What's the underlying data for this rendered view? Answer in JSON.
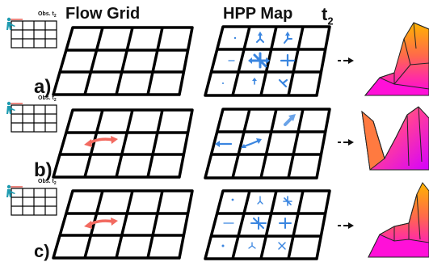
{
  "titles": {
    "flow_grid": "Flow Grid",
    "hpp_map": "HPP Map",
    "time_letter": "t",
    "time_sub": "2"
  },
  "rows": [
    {
      "label": "a)",
      "obs_label": "Obs. t",
      "obs_sub": "2"
    },
    {
      "label": "b)",
      "obs_label": "Obs. t",
      "obs_sub": "2"
    },
    {
      "label": "c)",
      "obs_label": "Obs. t",
      "obs_sub": "2"
    }
  ],
  "colors": {
    "grid_line": "#000000",
    "flow_arrow": "#f26a60",
    "hpp_arrow": "#3b86e0",
    "surface_top": "#ffb400",
    "surface_bottom": "#ff00e6",
    "person_teal": "#1f9bb0",
    "obs_trail": "#e0443a"
  },
  "icons": [
    "pedestrian-icon",
    "right-arrow-icon",
    "double-arrow-icon",
    "surface-plot-icon"
  ]
}
